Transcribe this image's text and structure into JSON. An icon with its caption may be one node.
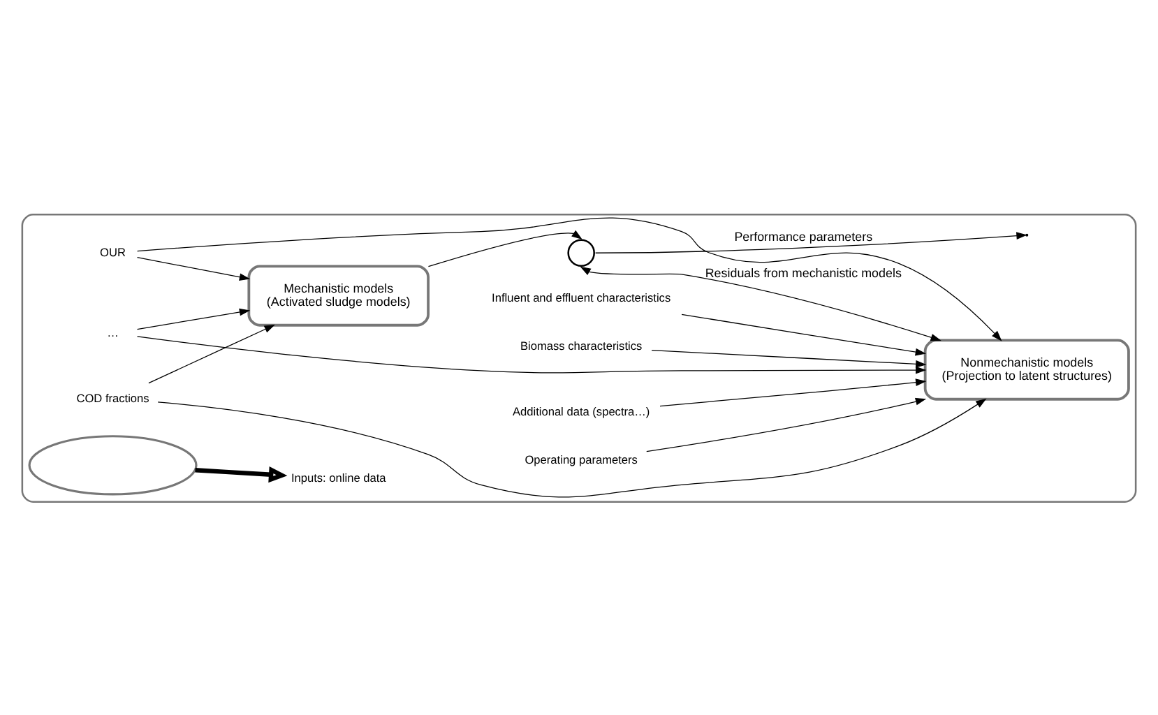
{
  "diagram": {
    "nodes": [
      {
        "text": [],
        "shape": "box"
      },
      {
        "text": [
          "OUR"
        ],
        "in": 0
      },
      {
        "text": [
          "COD fractions"
        ],
        "in": 0
      },
      {
        "text": [
          "…"
        ],
        "in": 0
      },
      {
        "text": [
          "Mechanistic models",
          "(Activated sludge models)"
        ],
        "in": 0
      },
      {
        "text": [],
        "shape": "circle",
        "in": 0
      },
      {
        "text": [
          "Influent and effluent characteristics"
        ],
        "in": 0
      },
      {
        "text": [
          "Biomass characteristics"
        ],
        "in": 0
      },
      {
        "text": [
          "Operating parameters"
        ],
        "in": 0
      },
      {
        "text": [
          "Additional data (spectra…)"
        ],
        "in": 0
      },
      {
        "text": [
          "Nonmechanistic models",
          "(Projection to latent structures)"
        ],
        "in": 0
      },
      {
        "text": [],
        "shape": "ellipse",
        "in": 0
      },
      {
        "text": [
          "Inputs: online data"
        ],
        "in": 0
      }
    ],
    "edges": [
      {
        "from": 1,
        "to": 4,
        "arrow": "to"
      },
      {
        "from": 2,
        "to": 4,
        "arrow": "to"
      },
      {
        "from": 3,
        "to": 4,
        "arrow": "to"
      },
      {
        "from": 1,
        "to": 10,
        "arrow": "to"
      },
      {
        "from": 2,
        "to": 10,
        "arrow": "to"
      },
      {
        "from": 3,
        "to": 10,
        "arrow": "to"
      },
      {
        "from": 6,
        "to": 10,
        "arrow": "to"
      },
      {
        "from": 7,
        "to": 10,
        "arrow": "to"
      },
      {
        "from": 8,
        "to": 10,
        "arrow": "to"
      },
      {
        "from": 9,
        "to": 10,
        "arrow": "to"
      },
      {
        "from": 4,
        "to": 5,
        "arrow": "to"
      },
      {
        "from": 5,
        "to": 10,
        "arrow": "both",
        "label": "Residuals from mechanistic models"
      },
      {
        "from": 5,
        "to": null,
        "arrow": "to",
        "label": "Performance parameters"
      },
      {
        "from": 11,
        "to": 12,
        "arrow": "to",
        "style": "thick"
      }
    ]
  }
}
